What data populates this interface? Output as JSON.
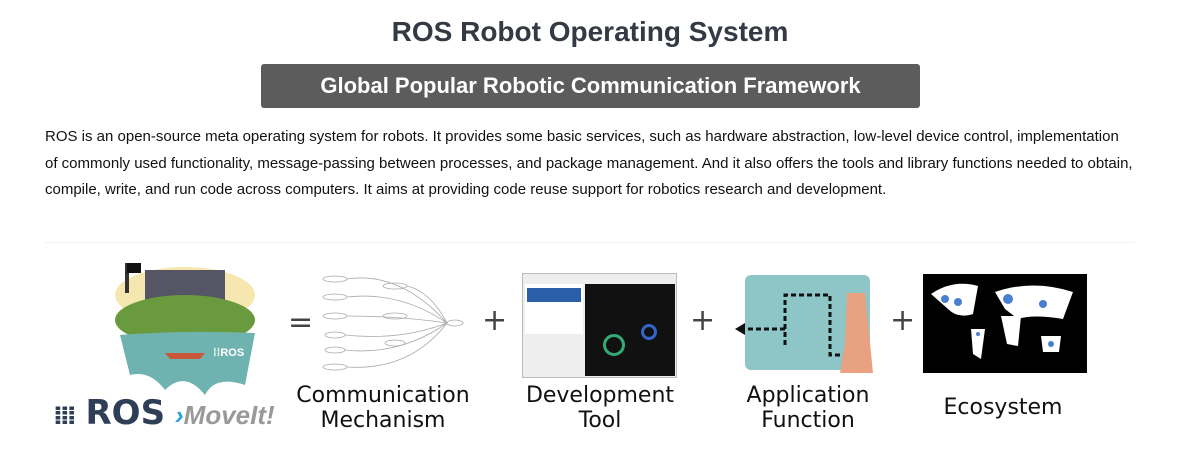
{
  "header": {
    "title": "ROS Robot Operating System",
    "subtitle": "Global Popular Robotic Communication Framework"
  },
  "description": "ROS is an open-source meta operating system for robots. It provides some basic services, such as hardware abstraction, low-level device control, implementation of commonly used functionality, message-passing between processes, and package management. And it also offers the tools and library functions needed to obtain, compile, write, and run code across computers. It aims at providing code reuse support for robotics research and development.",
  "diagram": {
    "logos": {
      "ros": "ROS",
      "moveit": "MoveIt!",
      "turtle_badge": "ROS"
    },
    "equals": "=",
    "plus": "+",
    "items": [
      {
        "line1": "Communication",
        "line2": "Mechanism"
      },
      {
        "line1": "Development",
        "line2": "Tool"
      },
      {
        "line1": "Application",
        "line2": "Function"
      },
      {
        "line1": "Ecosystem",
        "line2": ""
      }
    ]
  },
  "colors": {
    "banner": "#5c5c5c",
    "title": "#333a44",
    "ros_blue": "#2f3e57",
    "moveit_blue": "#29a3dc"
  }
}
